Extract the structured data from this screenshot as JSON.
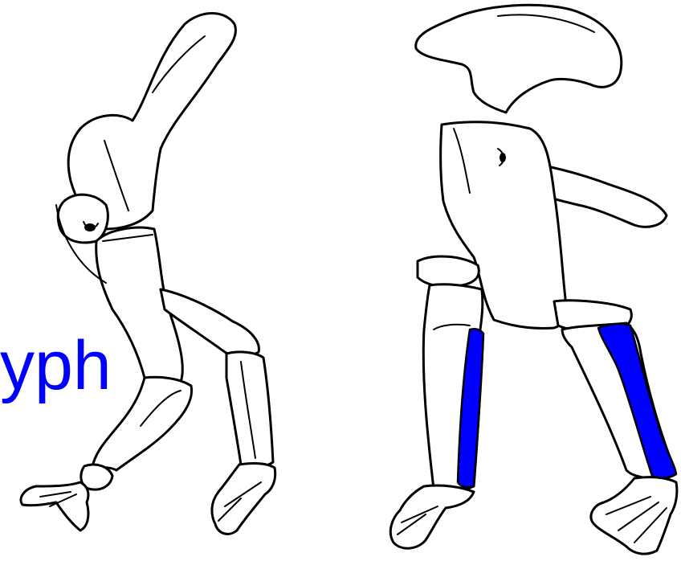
{
  "label": {
    "text": "yph"
  },
  "colors": {
    "highlight": "#0000ff",
    "outline": "#000000",
    "background": "#ffffff"
  },
  "figures": [
    {
      "name": "left-limb-skeleton",
      "highlighted": false
    },
    {
      "name": "right-limb-skeleton",
      "highlighted": true
    }
  ]
}
